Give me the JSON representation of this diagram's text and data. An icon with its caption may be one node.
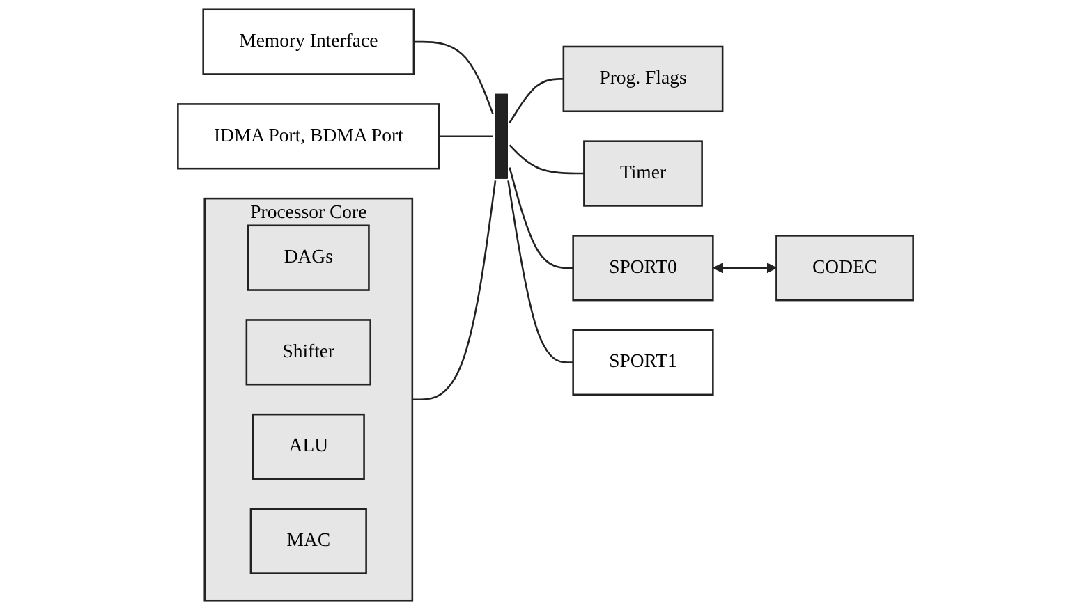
{
  "diagram": {
    "nodes": [
      {
        "text": [
          "Memory Interface"
        ]
      },
      {
        "text": [
          "Processor Core"
        ]
      },
      {
        "text": [
          "DAGs"
        ],
        "in": 1
      },
      {
        "text": [
          "Shifter"
        ],
        "in": 1
      },
      {
        "text": [
          "ALU"
        ],
        "in": 1
      },
      {
        "text": [
          "MAC"
        ],
        "in": 1
      },
      {
        "text": [
          "Prog. Flags"
        ]
      },
      {
        "text": [
          "Timer"
        ]
      },
      {
        "text": [
          "SPORT0"
        ]
      },
      {
        "text": [
          "SPORT1"
        ]
      },
      {
        "text": [
          "IDMA Port, BDMA Port"
        ]
      },
      {
        "text": [
          "CODEC"
        ]
      },
      {
        "text": [],
        "shape": "bar"
      }
    ],
    "edges": [
      {
        "from": 0,
        "to": 12,
        "arrow": "none"
      },
      {
        "from": 1,
        "to": 12,
        "arrow": "none"
      },
      {
        "from": 10,
        "to": 12,
        "arrow": "none"
      },
      {
        "from": 12,
        "to": 6,
        "arrow": "none"
      },
      {
        "from": 12,
        "to": 7,
        "arrow": "none"
      },
      {
        "from": 12,
        "to": 8,
        "arrow": "none"
      },
      {
        "from": 12,
        "to": 9,
        "arrow": "none"
      },
      {
        "from": 8,
        "to": 11,
        "arrow": "both"
      }
    ]
  }
}
